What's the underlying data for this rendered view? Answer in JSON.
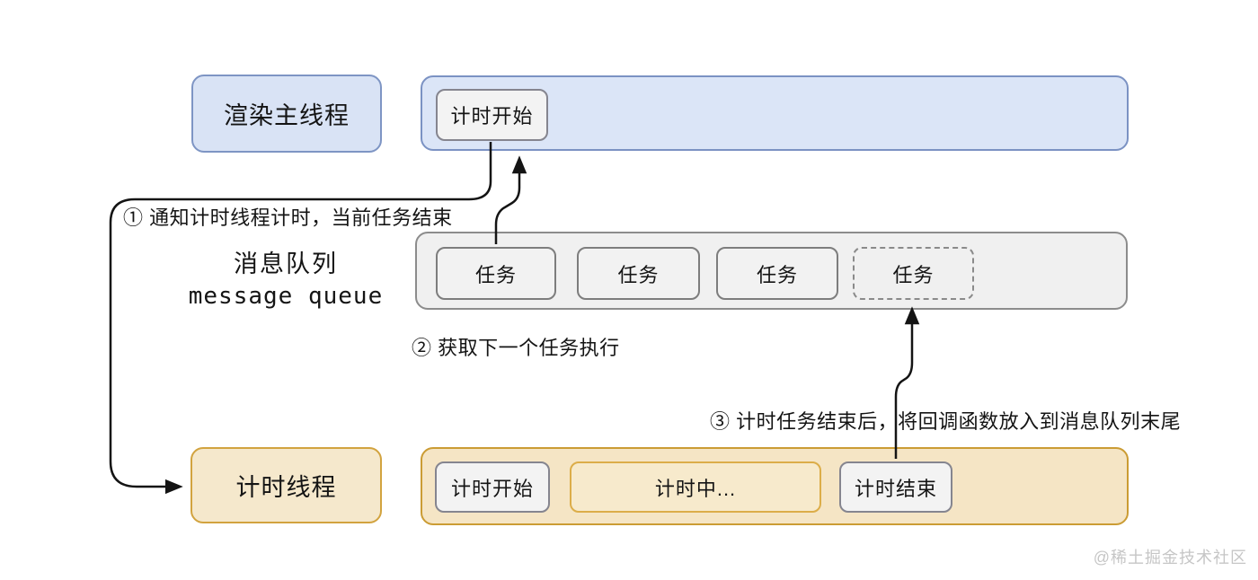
{
  "diagram": {
    "render_thread": {
      "label": "渲染主线程"
    },
    "main_thread_bar": {
      "timing_start": "计时开始"
    },
    "message_queue": {
      "label_cn": "消息队列",
      "label_en": "message queue",
      "tasks": [
        "任务",
        "任务",
        "任务",
        "任务"
      ],
      "pending_task_style": "dashed"
    },
    "timer_thread": {
      "label": "计时线程"
    },
    "timer_bar": {
      "timing_start": "计时开始",
      "timing_running": "计时中...",
      "timing_end": "计时结束"
    },
    "annotations": {
      "step1": "① 通知计时线程计时，当前任务结束",
      "step2": "② 获取下一个任务执行",
      "step3": "③ 计时任务结束后，将回调函数放入到消息队列末尾"
    },
    "watermark": "@稀土掘金技术社区",
    "colors": {
      "main_thread_fill": "#dbe5f7",
      "main_thread_border": "#7b92c3",
      "queue_fill": "#f0f0f0",
      "queue_border": "#8c8c8c",
      "timer_fill": "#f5e5c5",
      "timer_border": "#cb9c34",
      "chip_fill": "#f3f3f3",
      "chip_border": "#85858f",
      "arrow": "#141414",
      "watermark": "#c6c6c6"
    }
  }
}
